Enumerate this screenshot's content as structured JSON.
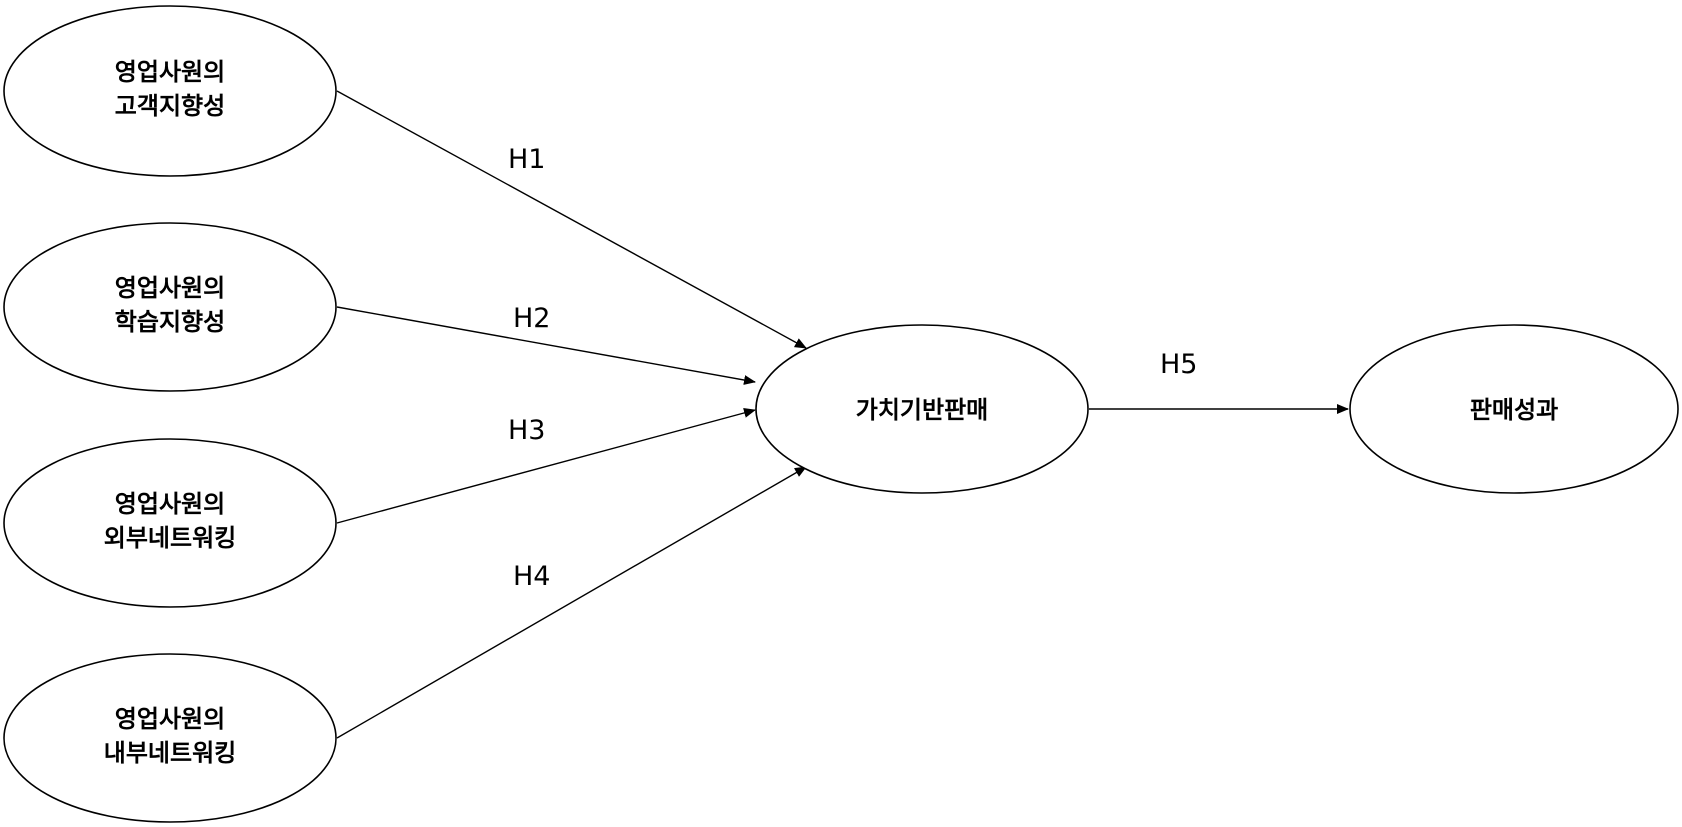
{
  "nodes": {
    "customer_orientation": {
      "line1": "영업사원의",
      "line2": "고객지향성"
    },
    "learning_orientation": {
      "line1": "영업사원의",
      "line2": "학습지향성"
    },
    "external_networking": {
      "line1": "영업사원의",
      "line2": "외부네트워킹"
    },
    "internal_networking": {
      "line1": "영업사원의",
      "line2": "내부네트워킹"
    },
    "value_based_selling": {
      "label": "가치기반판매"
    },
    "sales_performance": {
      "label": "판매성과"
    }
  },
  "edges": {
    "h1": {
      "label": "H1",
      "from": "customer_orientation",
      "to": "value_based_selling"
    },
    "h2": {
      "label": "H2",
      "from": "learning_orientation",
      "to": "value_based_selling"
    },
    "h3": {
      "label": "H3",
      "from": "external_networking",
      "to": "value_based_selling"
    },
    "h4": {
      "label": "H4",
      "from": "internal_networking",
      "to": "value_based_selling"
    },
    "h5": {
      "label": "H5",
      "from": "value_based_selling",
      "to": "sales_performance"
    }
  }
}
